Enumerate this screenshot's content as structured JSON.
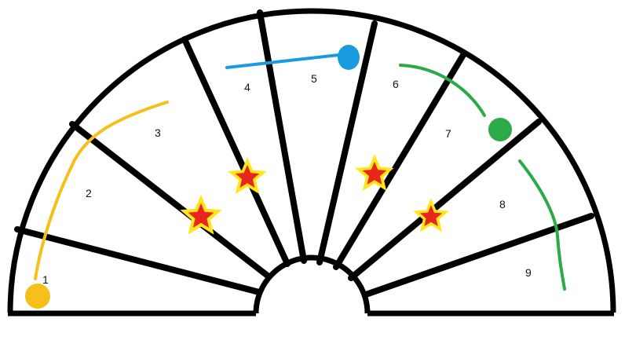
{
  "board": {
    "sector_labels": [
      "1",
      "2",
      "3",
      "4",
      "5",
      "6",
      "7",
      "8",
      "9"
    ],
    "outline_color": "#000000",
    "background_color": "#ffffff"
  },
  "stars": {
    "fill_color": "#e8261e",
    "outline_color": "#ffe61a",
    "count": 4
  },
  "paths": {
    "yellow": {
      "color": "#f5c01a"
    },
    "blue": {
      "color": "#1a9be0"
    },
    "green": {
      "color": "#2aab48"
    }
  }
}
